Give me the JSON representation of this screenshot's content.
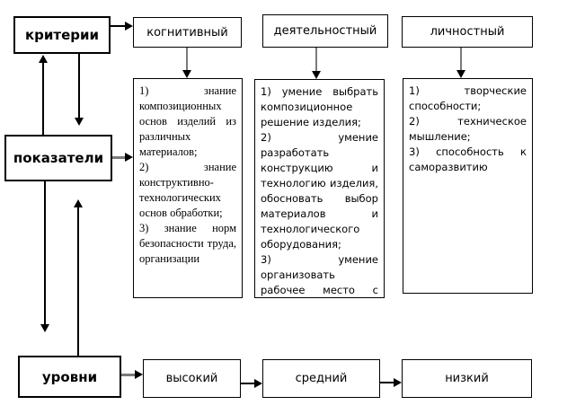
{
  "diagram": {
    "title": "criteria-indicators-levels flowchart",
    "left_column": {
      "criteria_label": "критерии",
      "indicators_label": "показатели",
      "levels_label": "уровни"
    },
    "criteria": [
      {
        "label": "когнитивный"
      },
      {
        "label": "деятельностный"
      },
      {
        "label": "личностный"
      }
    ],
    "indicator_boxes": [
      {
        "items": [
          "1)  знание композиционных основ изделий из различных материалов;",
          "2)  знание конструктивно-технологических основ обработки;",
          "3) знание норм безопасности труда, организации"
        ]
      },
      {
        "items": [
          "1)  умение выбрать композиционное решение изделия;",
          "2)  умение разработать конструкцию и технологию изделия, обосновать выбор материалов и технологического оборудования;",
          "3)  умение организовать рабочее место с"
        ]
      },
      {
        "items": [
          "1)  творческие способности;",
          "2)  техническое мышление;",
          "3)  способность к саморазвитию"
        ]
      }
    ],
    "levels": [
      {
        "label": "высокий"
      },
      {
        "label": "средний"
      },
      {
        "label": "низкий"
      }
    ],
    "colors": {
      "line_black": "#000000",
      "line_gray": "#7a7a7a",
      "background": "#ffffff"
    }
  }
}
